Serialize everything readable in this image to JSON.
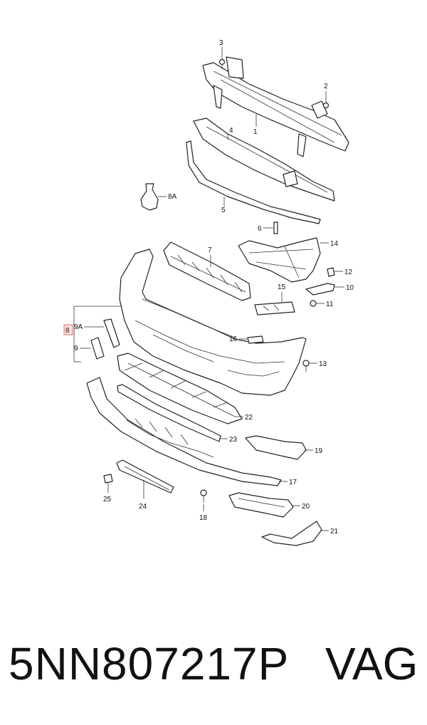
{
  "callouts": {
    "c1": "1",
    "c2": "2",
    "c3": "3",
    "c4": "4",
    "c5": "5",
    "c6": "6",
    "c7": "7",
    "c8": "8",
    "c8a": "8A",
    "c9": "9",
    "c9a": "9A",
    "c10": "10",
    "c11": "11",
    "c12": "12",
    "c13": "13",
    "c14": "14",
    "c15": "15",
    "c16": "16",
    "c17": "17",
    "c18": "18",
    "c19": "19",
    "c20": "20",
    "c21": "21",
    "c22": "22",
    "c23": "23",
    "c24": "24",
    "c25": "25"
  },
  "footer": {
    "part_number": "5NN807217P",
    "brand": "VAG"
  },
  "colors": {
    "line": "#222222",
    "highlight_box": "#e05050"
  }
}
